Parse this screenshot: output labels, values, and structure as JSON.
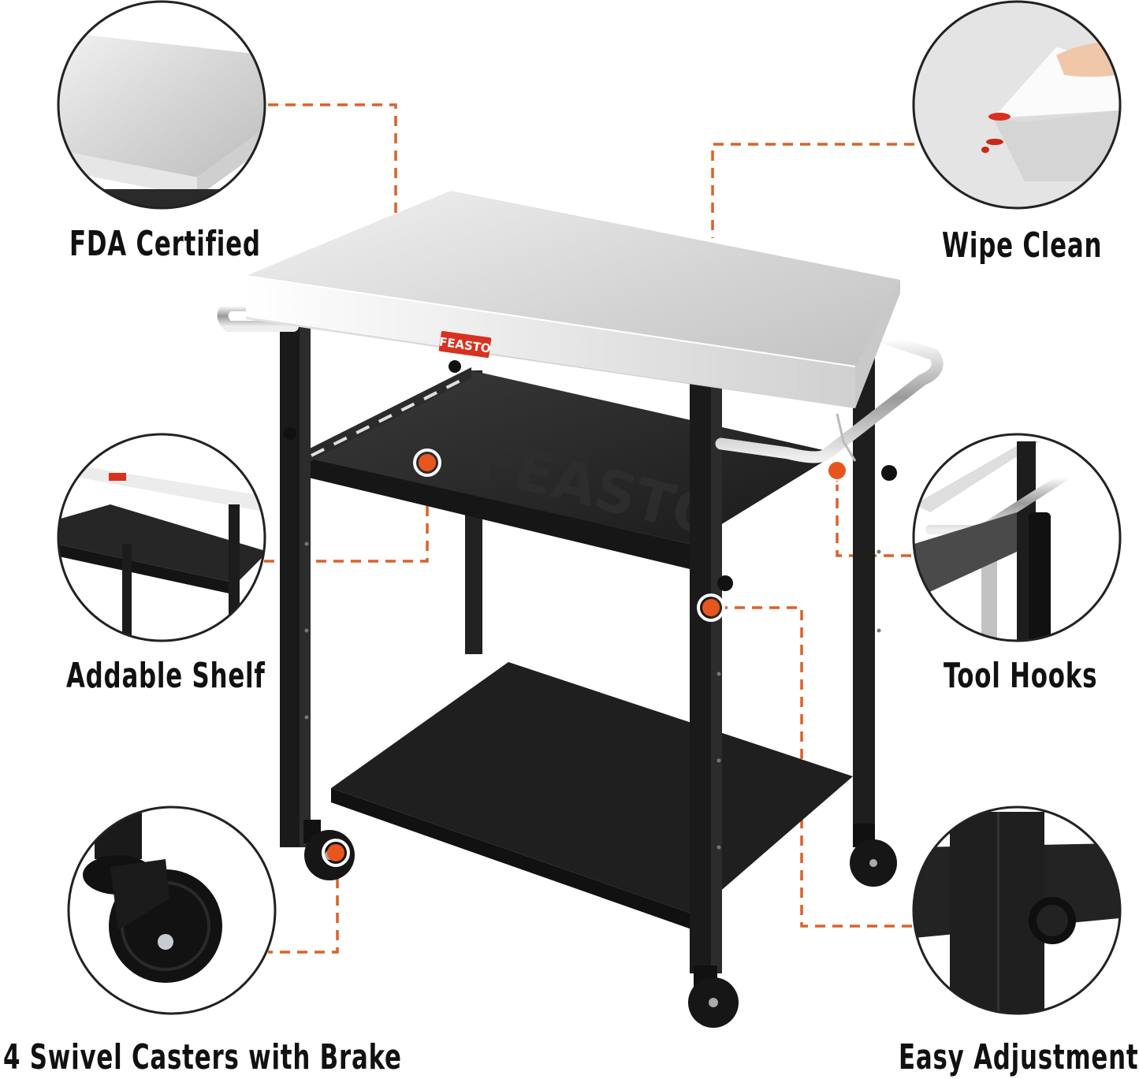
{
  "product": {
    "brand": "FEASTO",
    "description": "Stainless steel top 3-tier kitchen / grill cart on casters",
    "colors": {
      "accent_orange": "#E8561E",
      "dash_orange": "#D9622B",
      "frame_black": "#1c1c1c",
      "steel_top": "#d9d9d9",
      "logo_red": "#D8311F",
      "label_text": "#111111"
    }
  },
  "features": [
    {
      "id": "fda",
      "label": "FDA Certified",
      "detail": "stainless-steel-tabletop",
      "side": "left",
      "position": "top"
    },
    {
      "id": "wipe",
      "label": "Wipe Clean",
      "detail": "paper-towel-wiping-sauce",
      "side": "right",
      "position": "top"
    },
    {
      "id": "shelf",
      "label": "Addable Shelf",
      "detail": "middle-tray-shelf",
      "side": "left",
      "position": "middle"
    },
    {
      "id": "hooks",
      "label": "Tool Hooks",
      "detail": "handle-with-hanging-tools",
      "side": "right",
      "position": "middle"
    },
    {
      "id": "casters",
      "label": "4 Swivel Casters with Brake",
      "detail": "locking-caster-wheel",
      "side": "left",
      "position": "bottom"
    },
    {
      "id": "adjust",
      "label": "Easy Adjustment",
      "detail": "height-adjust-knob",
      "side": "right",
      "position": "bottom"
    }
  ]
}
